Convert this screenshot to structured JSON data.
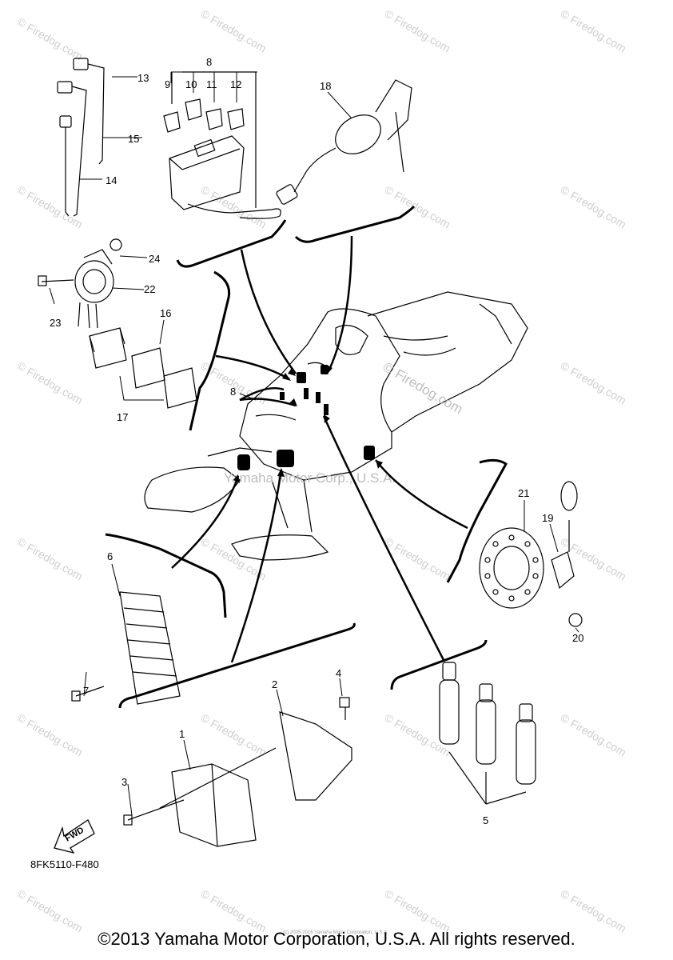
{
  "watermark": "© Firedog.com",
  "inline_watermarks": {
    "firedog": "© Firedog.com",
    "yamaha": "Yamaha Motor Corp., U.S.A."
  },
  "callouts": {
    "c1": "1",
    "c2": "2",
    "c3": "3",
    "c4": "4",
    "c5": "5",
    "c6": "6",
    "c7": "7",
    "c8a": "8",
    "c8b": "8",
    "c9": "9",
    "c10": "10",
    "c11": "11",
    "c12": "12",
    "c13": "13",
    "c14": "14",
    "c15": "15",
    "c16": "16",
    "c17": "17",
    "c18": "18",
    "c19": "19",
    "c20": "20",
    "c21": "21",
    "c22": "22",
    "c23": "23",
    "c24": "24"
  },
  "fwd_label": "FWD",
  "part_code": "8FK5110-F480",
  "tiny_notice": "(c) 2005-2016 Yamaha Motor Corporation, U.S.A.",
  "copyright": "©2013 Yamaha Motor Corporation, U.S.A. All rights reserved."
}
